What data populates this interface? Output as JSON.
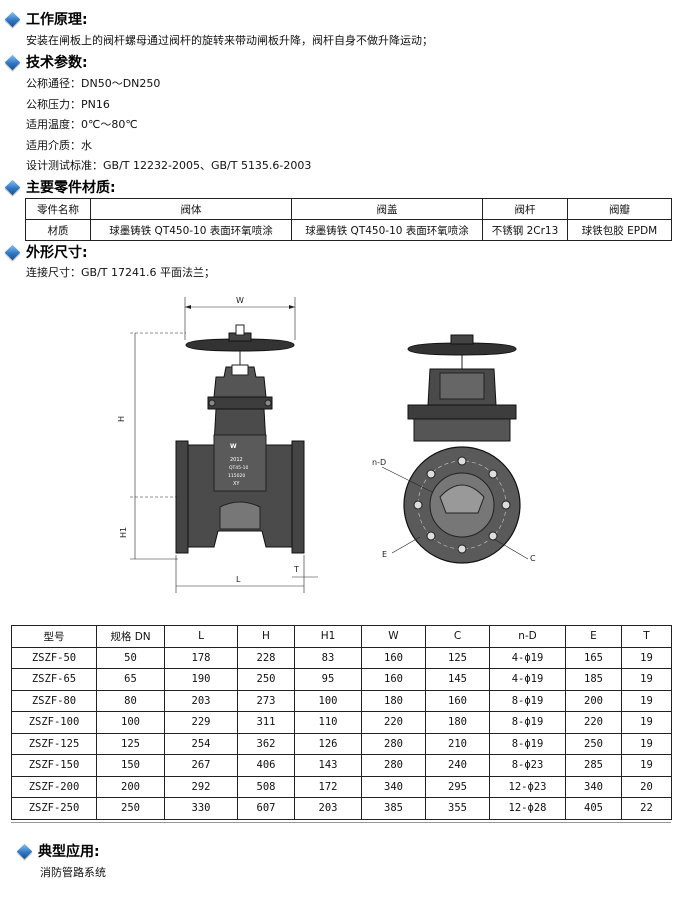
{
  "sections": {
    "principle": {
      "title": "工作原理:",
      "text": "安装在闸板上的阀杆螺母通过阀杆的旋转来带动闸板升降，阀杆自身不做升降运动；"
    },
    "params": {
      "title": "技术参数:",
      "lines": [
        "公称通径：DN50～DN250",
        "公称压力：PN16",
        "适用温度：0℃～80℃",
        "适用介质：水",
        "设计测试标准：GB/T 12232-2005、GB/T 5135.6-2003"
      ]
    },
    "materials": {
      "title": "主要零件材质:",
      "header": [
        "零件名称",
        "阀体",
        "阀盖",
        "阀杆",
        "阀瓣"
      ],
      "row": [
        "材质",
        "球墨铸铁 QT450-10 表面环氧喷涂",
        "球墨铸铁 QT450-10 表面环氧喷涂",
        "不锈钢 2Cr13",
        "球铁包胶 EPDM"
      ]
    },
    "dimensions": {
      "title": "外形尺寸:",
      "text": "连接尺寸：GB/T 17241.6 平面法兰；"
    },
    "application": {
      "title": "典型应用:",
      "text": "消防管路系统"
    }
  },
  "drawing": {
    "labels": {
      "W": "W",
      "H": "H",
      "H1": "H1",
      "L": "L",
      "T": "T",
      "nD": "n-D",
      "E": "E",
      "C": "C"
    },
    "body_marks": [
      "2012",
      "QT45-10",
      "115020",
      "XY"
    ]
  },
  "spec_table": {
    "columns": [
      "型号",
      "规格 DN",
      "L",
      "H",
      "H1",
      "W",
      "C",
      "n-D",
      "E",
      "T"
    ],
    "rows": [
      [
        "ZSZF-50",
        "50",
        "178",
        "228",
        "83",
        "160",
        "125",
        "4-ϕ19",
        "165",
        "19"
      ],
      [
        "ZSZF-65",
        "65",
        "190",
        "250",
        "95",
        "160",
        "145",
        "4-ϕ19",
        "185",
        "19"
      ],
      [
        "ZSZF-80",
        "80",
        "203",
        "273",
        "100",
        "180",
        "160",
        "8-ϕ19",
        "200",
        "19"
      ],
      [
        "ZSZF-100",
        "100",
        "229",
        "311",
        "110",
        "220",
        "180",
        "8-ϕ19",
        "220",
        "19"
      ],
      [
        "ZSZF-125",
        "125",
        "254",
        "362",
        "126",
        "280",
        "210",
        "8-ϕ19",
        "250",
        "19"
      ],
      [
        "ZSZF-150",
        "150",
        "267",
        "406",
        "143",
        "280",
        "240",
        "8-ϕ23",
        "285",
        "19"
      ],
      [
        "ZSZF-200",
        "200",
        "292",
        "508",
        "172",
        "340",
        "295",
        "12-ϕ23",
        "340",
        "20"
      ],
      [
        "ZSZF-250",
        "250",
        "330",
        "607",
        "203",
        "385",
        "355",
        "12-ϕ28",
        "405",
        "22"
      ]
    ]
  }
}
